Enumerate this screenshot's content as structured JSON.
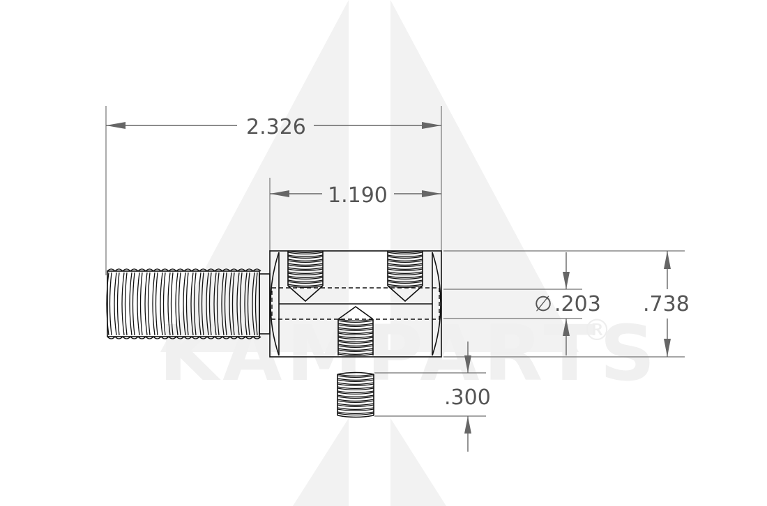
{
  "drawing": {
    "watermark": {
      "text": "KAMPARTS",
      "registered_mark": "®"
    },
    "dimensions": {
      "overall_length": "2.326",
      "body_length": "1.190",
      "bore_diameter_symbol": "∅",
      "bore_diameter": ".203",
      "body_height": ".738",
      "set_screw_length": ".300"
    },
    "colors": {
      "dimension": "#666666",
      "outline": "#111111",
      "watermark": "#f0f0f0"
    }
  }
}
